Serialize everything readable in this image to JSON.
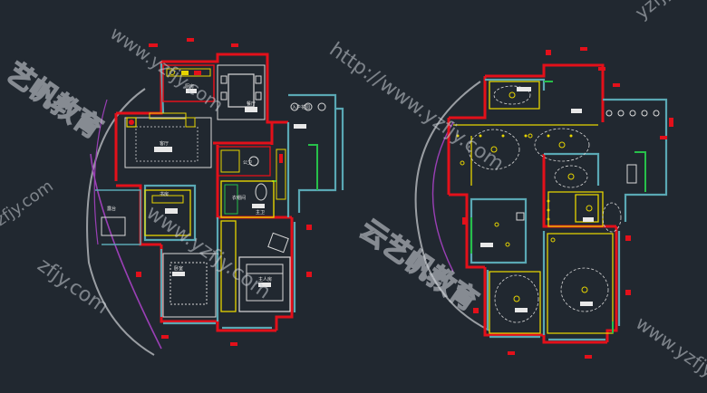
{
  "watermarks": {
    "url_text": "http://www.yzfjy.com",
    "url_short": "www.yzfjy.com",
    "brand_cn": "云艺帆教育",
    "left_fragment": "zfjy.com",
    "left_cn": "艺帆教育",
    "top_right": "yzfjy"
  },
  "plan_left": {
    "room_labels": [
      "入户花园",
      "厨房",
      "餐厅",
      "客厅",
      "公卫",
      "书房",
      "主卫",
      "衣帽间",
      "卧室",
      "主人房",
      "露台"
    ]
  },
  "colors": {
    "background": "#212830",
    "wall_red": "#e3101a",
    "wall_cyan": "#5aa8b4",
    "furniture_yellow": "#e6d400",
    "furniture_white": "#d9d9d9",
    "arc_violet": "#9a3fb5",
    "green": "#27c04a"
  }
}
